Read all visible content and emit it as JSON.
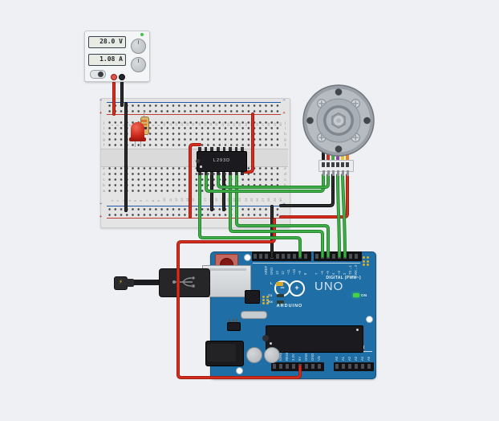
{
  "power_supply": {
    "voltage": "28.0 V",
    "current": "1.08 A"
  },
  "breadboard": {
    "plus": "+",
    "minus": "−",
    "plus_color": "#c03b30",
    "minus_color": "#2458a8",
    "rows_top": [
      "j",
      "i",
      "h",
      "g",
      "f"
    ],
    "rows_bottom": [
      "e",
      "d",
      "c",
      "b",
      "a"
    ],
    "columns": 30
  },
  "ic": {
    "label": "L293D"
  },
  "arduino": {
    "title": "ARDUINO",
    "model": "UNO",
    "digital_group_label": "DIGITAL (PWM~)",
    "power_group_label": "POWER",
    "analog_group_label": "ANALOG IN",
    "digital_left": [
      "AREF",
      "GND",
      "13",
      "12",
      "~11",
      "~10",
      "~9",
      "8"
    ],
    "digital_right": [
      "7",
      "~6",
      "~5",
      "4",
      "~3",
      "2",
      "TX→1",
      "RX←0"
    ],
    "power_pins": [
      "IOREF",
      "RESET",
      "3.3V",
      "5V",
      "GND",
      "GND",
      "Vin"
    ],
    "analog_pins": [
      "A0",
      "A1",
      "A2",
      "A3",
      "A4",
      "A5"
    ],
    "leds": {
      "l": "L",
      "tx": "TX",
      "rx": "RX",
      "on": "ON"
    }
  },
  "motor": {
    "stub_colors": [
      "#1f1f1f",
      "#d92b1c",
      "#3fae49",
      "#8e44ad",
      "#e8c929",
      "#e8821d"
    ]
  },
  "wires": {
    "red": "#d92b1c",
    "red_dark": "#8e1d12",
    "green": "#3fae49",
    "green_dark": "#1f7a28",
    "black": "#2e2e2e",
    "black_dark": "#000000"
  }
}
